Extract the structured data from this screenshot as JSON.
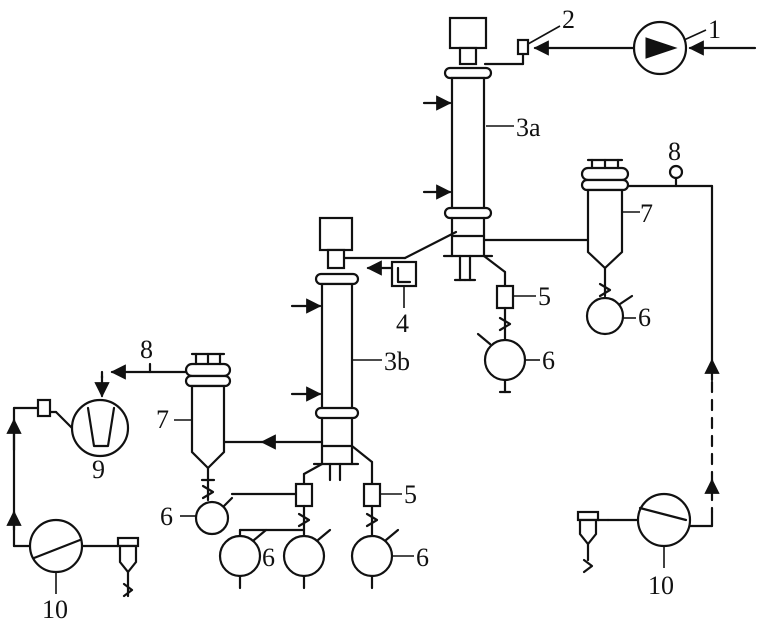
{
  "labels": {
    "l1": "1",
    "l2": "2",
    "l3a": "3a",
    "l3b": "3b",
    "l4": "4",
    "l5": "5",
    "l6": "6",
    "l7": "7",
    "l8": "8",
    "l9": "9",
    "l10": "10"
  }
}
